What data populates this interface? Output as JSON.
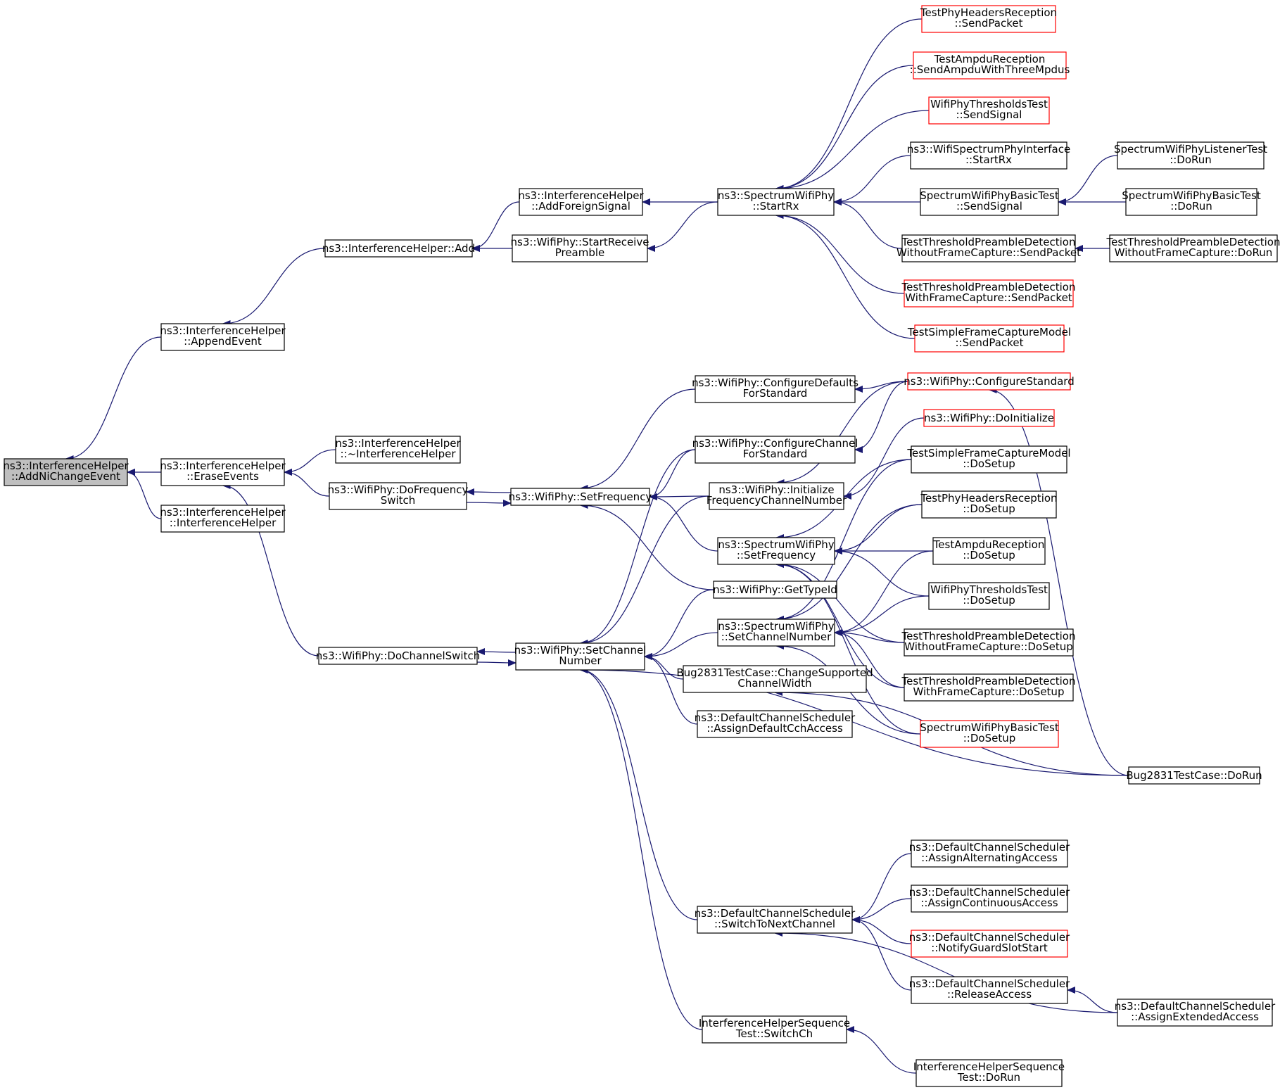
{
  "colors": {
    "edge": "#191970",
    "node_border": "#000000",
    "truncated_border": "#ff0000",
    "root_fill": "#bfbfbf"
  },
  "nodes": {
    "root": {
      "lines": [
        "ns3::InterferenceHelper",
        "::AddNiChangeEvent"
      ]
    },
    "appendEvent": {
      "lines": [
        "ns3::InterferenceHelper",
        "::AppendEvent"
      ]
    },
    "eraseEvents": {
      "lines": [
        "ns3::InterferenceHelper",
        "::EraseEvents"
      ]
    },
    "ctor": {
      "lines": [
        "ns3::InterferenceHelper",
        "::InterferenceHelper"
      ]
    },
    "add": {
      "lines": [
        "ns3::InterferenceHelper::Add"
      ]
    },
    "addForeign": {
      "lines": [
        "ns3::InterferenceHelper",
        "::AddForeignSignal"
      ]
    },
    "startRecvPre": {
      "lines": [
        "ns3::WifiPhy::StartReceive",
        "Preamble"
      ]
    },
    "dtor": {
      "lines": [
        "ns3::InterferenceHelper",
        "::~InterferenceHelper"
      ]
    },
    "doFreqSwitch": {
      "lines": [
        "ns3::WifiPhy::DoFrequency",
        "Switch"
      ]
    },
    "doChanSwitch": {
      "lines": [
        "ns3::WifiPhy::DoChannelSwitch"
      ]
    },
    "specStartRx": {
      "lines": [
        "ns3::SpectrumWifiPhy",
        "::StartRx"
      ]
    },
    "setFreq": {
      "lines": [
        "ns3::WifiPhy::SetFrequency"
      ]
    },
    "setChanNum": {
      "lines": [
        "ns3::WifiPhy::SetChannel",
        "Number"
      ]
    },
    "switchHelperTest": {
      "lines": [
        "InterferenceHelperSequence",
        "Test::SwitchCh"
      ]
    },
    "cfgDefaults": {
      "lines": [
        "ns3::WifiPhy::ConfigureDefaults",
        "ForStandard"
      ]
    },
    "cfgChannel": {
      "lines": [
        "ns3::WifiPhy::ConfigureChannel",
        "ForStandard"
      ]
    },
    "initFreqChan": {
      "lines": [
        "ns3::WifiPhy::Initialize",
        "FrequencyChannelNumber"
      ]
    },
    "specSetFreq": {
      "lines": [
        "ns3::SpectrumWifiPhy",
        "::SetFrequency"
      ]
    },
    "getTypeId": {
      "lines": [
        "ns3::WifiPhy::GetTypeId"
      ]
    },
    "specSetChan": {
      "lines": [
        "ns3::SpectrumWifiPhy",
        "::SetChannelNumber"
      ]
    },
    "bugChange": {
      "lines": [
        "Bug2831TestCase::ChangeSupported",
        "ChannelWidth"
      ]
    },
    "assignDefault": {
      "lines": [
        "ns3::DefaultChannelScheduler",
        "::AssignDefaultCchAccess"
      ]
    },
    "switchNext": {
      "lines": [
        "ns3::DefaultChannelScheduler",
        "::SwitchToNextChannel"
      ]
    },
    "tphSendPacket": {
      "lines": [
        "TestPhyHeadersReception",
        "::SendPacket"
      ]
    },
    "tarSendAmpdu": {
      "lines": [
        "TestAmpduReception",
        "::SendAmpduWithThreeMpdus"
      ]
    },
    "wptSendSignal": {
      "lines": [
        "WifiPhyThresholdsTest",
        "::SendSignal"
      ]
    },
    "wspiStartRx": {
      "lines": [
        "ns3::WifiSpectrumPhyInterface",
        "::StartRx"
      ]
    },
    "swpbSendSignal": {
      "lines": [
        "SpectrumWifiPhyBasicTest",
        "::SendSignal"
      ]
    },
    "ttpdWoSend": {
      "lines": [
        "TestThresholdPreambleDetection",
        "WithoutFrameCapture::SendPacket"
      ]
    },
    "ttpdWSend": {
      "lines": [
        "TestThresholdPreambleDetection",
        "WithFrameCapture::SendPacket"
      ]
    },
    "tsfcSend": {
      "lines": [
        "TestSimpleFrameCaptureModel",
        "::SendPacket"
      ]
    },
    "cfgStandard": {
      "lines": [
        "ns3::WifiPhy::ConfigureStandard"
      ]
    },
    "doInitialize": {
      "lines": [
        "ns3::WifiPhy::DoInitialize"
      ]
    },
    "tsfcSetup": {
      "lines": [
        "TestSimpleFrameCaptureModel",
        "::DoSetup"
      ]
    },
    "tphSetup": {
      "lines": [
        "TestPhyHeadersReception",
        "::DoSetup"
      ]
    },
    "tarSetup": {
      "lines": [
        "TestAmpduReception",
        "::DoSetup"
      ]
    },
    "wptSetup": {
      "lines": [
        "WifiPhyThresholdsTest",
        "::DoSetup"
      ]
    },
    "ttpdWoSetup": {
      "lines": [
        "TestThresholdPreambleDetection",
        "WithoutFrameCapture::DoSetup"
      ]
    },
    "ttpdWSetup": {
      "lines": [
        "TestThresholdPreambleDetection",
        "WithFrameCapture::DoSetup"
      ]
    },
    "swpbSetup": {
      "lines": [
        "SpectrumWifiPhyBasicTest",
        "::DoSetup"
      ]
    },
    "assignAlt": {
      "lines": [
        "ns3::DefaultChannelScheduler",
        "::AssignAlternatingAccess"
      ]
    },
    "assignCont": {
      "lines": [
        "ns3::DefaultChannelScheduler",
        "::AssignContinuousAccess"
      ]
    },
    "notifyGuard": {
      "lines": [
        "ns3::DefaultChannelScheduler",
        "::NotifyGuardSlotStart"
      ]
    },
    "releaseAccess": {
      "lines": [
        "ns3::DefaultChannelScheduler",
        "::ReleaseAccess"
      ]
    },
    "switchHelperRun": {
      "lines": [
        "InterferenceHelperSequence",
        "Test::DoRun"
      ]
    },
    "swplRun": {
      "lines": [
        "SpectrumWifiPhyListenerTest",
        "::DoRun"
      ]
    },
    "swpbRun": {
      "lines": [
        "SpectrumWifiPhyBasicTest",
        "::DoRun"
      ]
    },
    "ttpdWoRun": {
      "lines": [
        "TestThresholdPreambleDetection",
        "WithoutFrameCapture::DoRun"
      ]
    },
    "bugRun": {
      "lines": [
        "Bug2831TestCase::DoRun"
      ]
    },
    "assignExt": {
      "lines": [
        "ns3::DefaultChannelScheduler",
        "::AssignExtendedAccess"
      ]
    }
  }
}
